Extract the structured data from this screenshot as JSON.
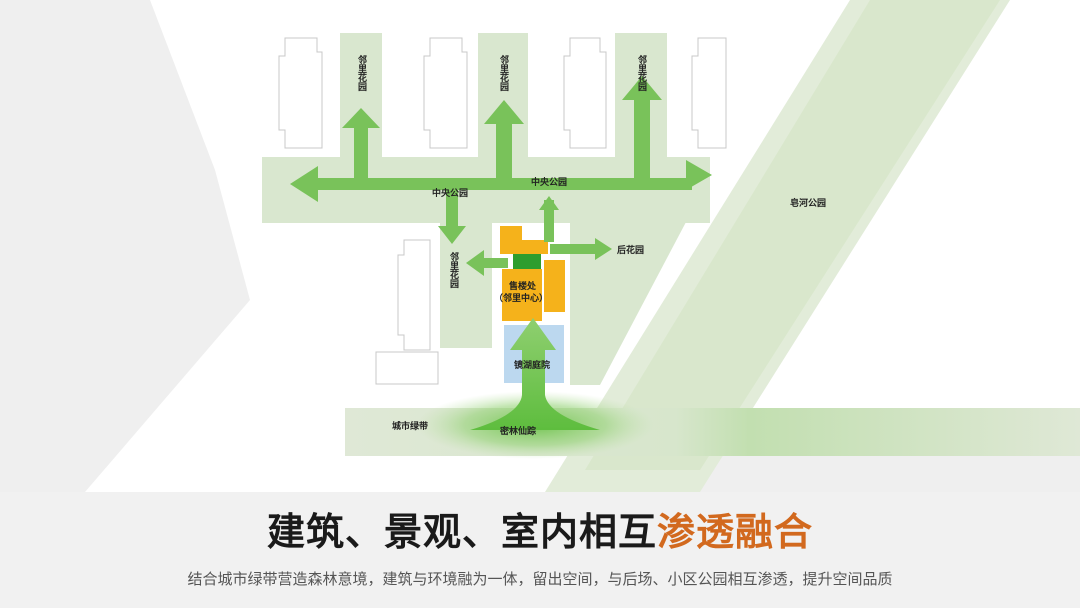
{
  "diagram": {
    "labels": {
      "linli_garden_1": "邻里花园",
      "linli_garden_2": "邻里花园",
      "linli_garden_3": "邻里花园",
      "linli_garden_4": "邻里花园",
      "central_park_1": "中央公园",
      "central_park_2": "中央公园",
      "fuhe_park": "皂河公园",
      "back_garden": "后花园",
      "sales_office_line1": "售楼处",
      "sales_office_line2": "（邻里中心）",
      "mirror_lake": "镜湖庭院",
      "city_greenbelt": "城市绿带",
      "forest_path": "密林仙踪"
    },
    "colors": {
      "green_zone": "#d9e7cf",
      "arrow_green": "#79c25a",
      "building_orange": "#f5b21b",
      "building_green": "#2e9d2e",
      "lake_blue": "#bcd8ef",
      "ground_gray": "#efefef"
    }
  },
  "footer": {
    "title_main": "建筑、景观、室内相互",
    "title_highlight": "渗透融合",
    "subtitle": "结合城市绿带营造森林意境，建筑与环境融为一体，留出空间，与后场、小区公园相互渗透，提升空间品质"
  }
}
